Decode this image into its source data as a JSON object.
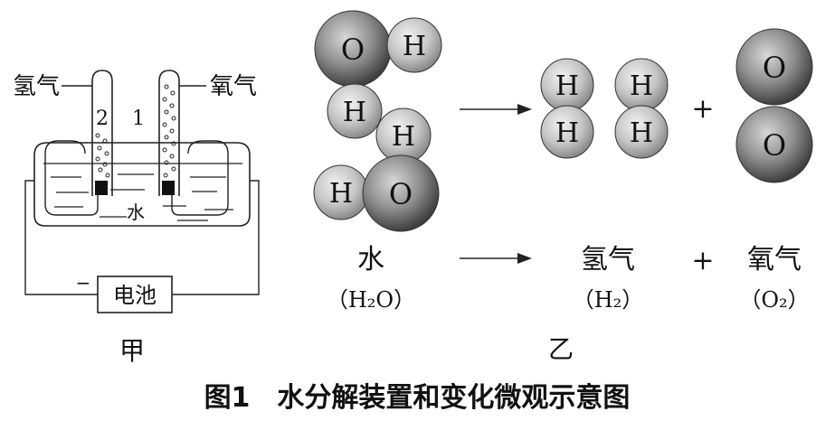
{
  "apparatus": {
    "label_left_gas": "氢气",
    "label_right_gas": "氧气",
    "tube_left_number": "2",
    "tube_right_number": "1",
    "liquid_label": "水",
    "battery_label": "电池",
    "battery_minus": "−",
    "panel_label": "甲"
  },
  "micro": {
    "atom_O": "O",
    "atom_H": "H",
    "plus": "+",
    "word_water": "水",
    "word_hydrogen": "氢气",
    "word_oxygen": "氧气",
    "formula_water": "（H₂O）",
    "formula_hydrogen": "（H₂）",
    "formula_oxygen": "（O₂）",
    "panel_label": "乙"
  },
  "caption": "图1　水分解装置和变化微观示意图"
}
